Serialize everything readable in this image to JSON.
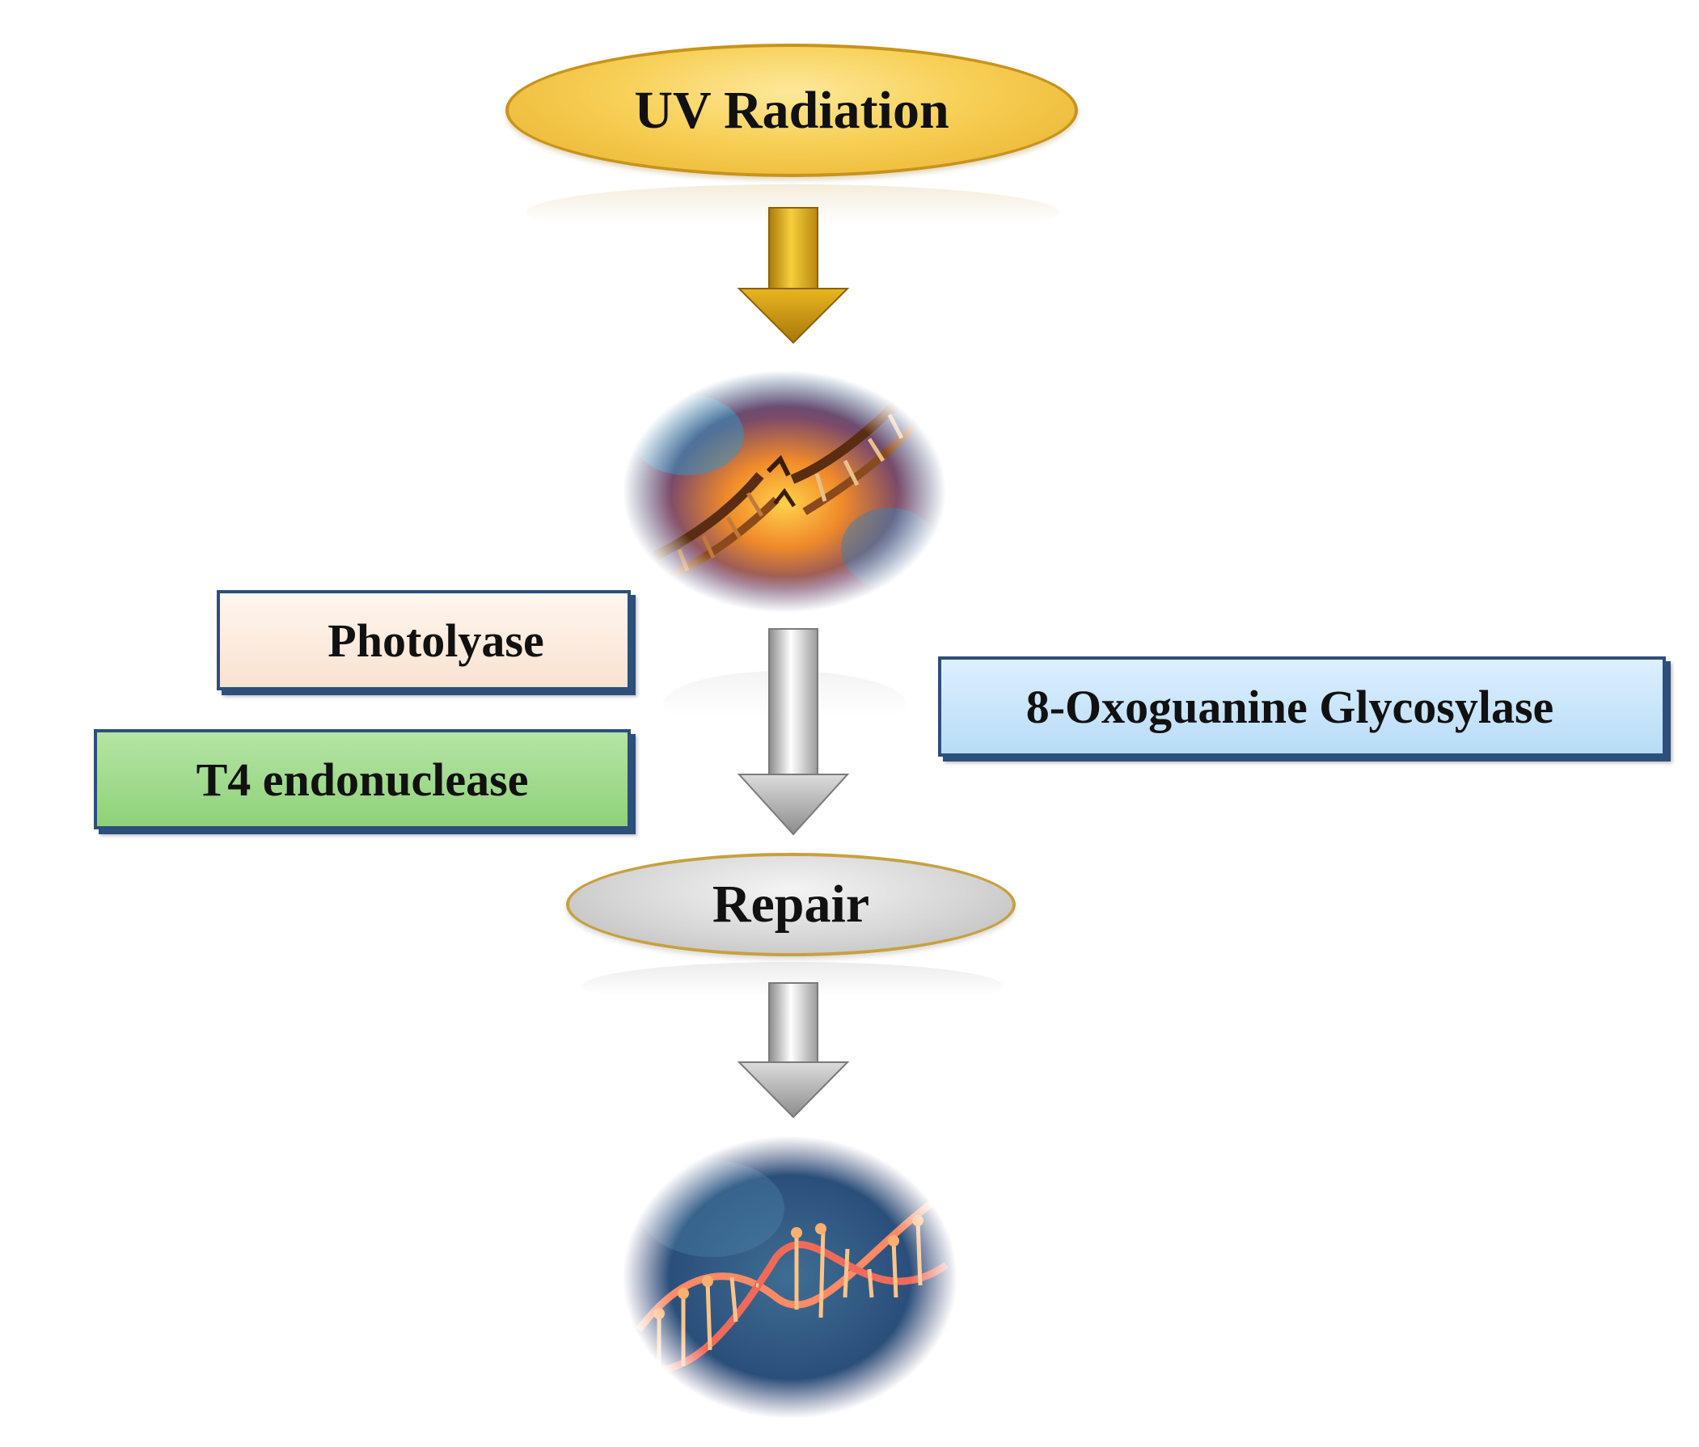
{
  "nodes": {
    "uv_radiation": "UV Radiation",
    "repair": "Repair",
    "photolyase": "Photolyase",
    "t4_endonuclease": "T4 endonuclease",
    "oxoguanine_glycosylase": "8-Oxoguanine Glycosylase"
  },
  "images": {
    "damaged_dna": "broken-dna-icon",
    "repaired_dna": "repaired-dna-icon"
  },
  "colors": {
    "uv_fill": "#f7cf55",
    "repair_fill": "#d6d6d6",
    "photolyase_fill": "#fbeee3",
    "t4_fill": "#a3dc8e",
    "oxog_fill": "#cce6fb",
    "box_border": "#2c4f7c",
    "arrow_gold": "#d9a90f",
    "arrow_grey": "#9a9a9a"
  }
}
